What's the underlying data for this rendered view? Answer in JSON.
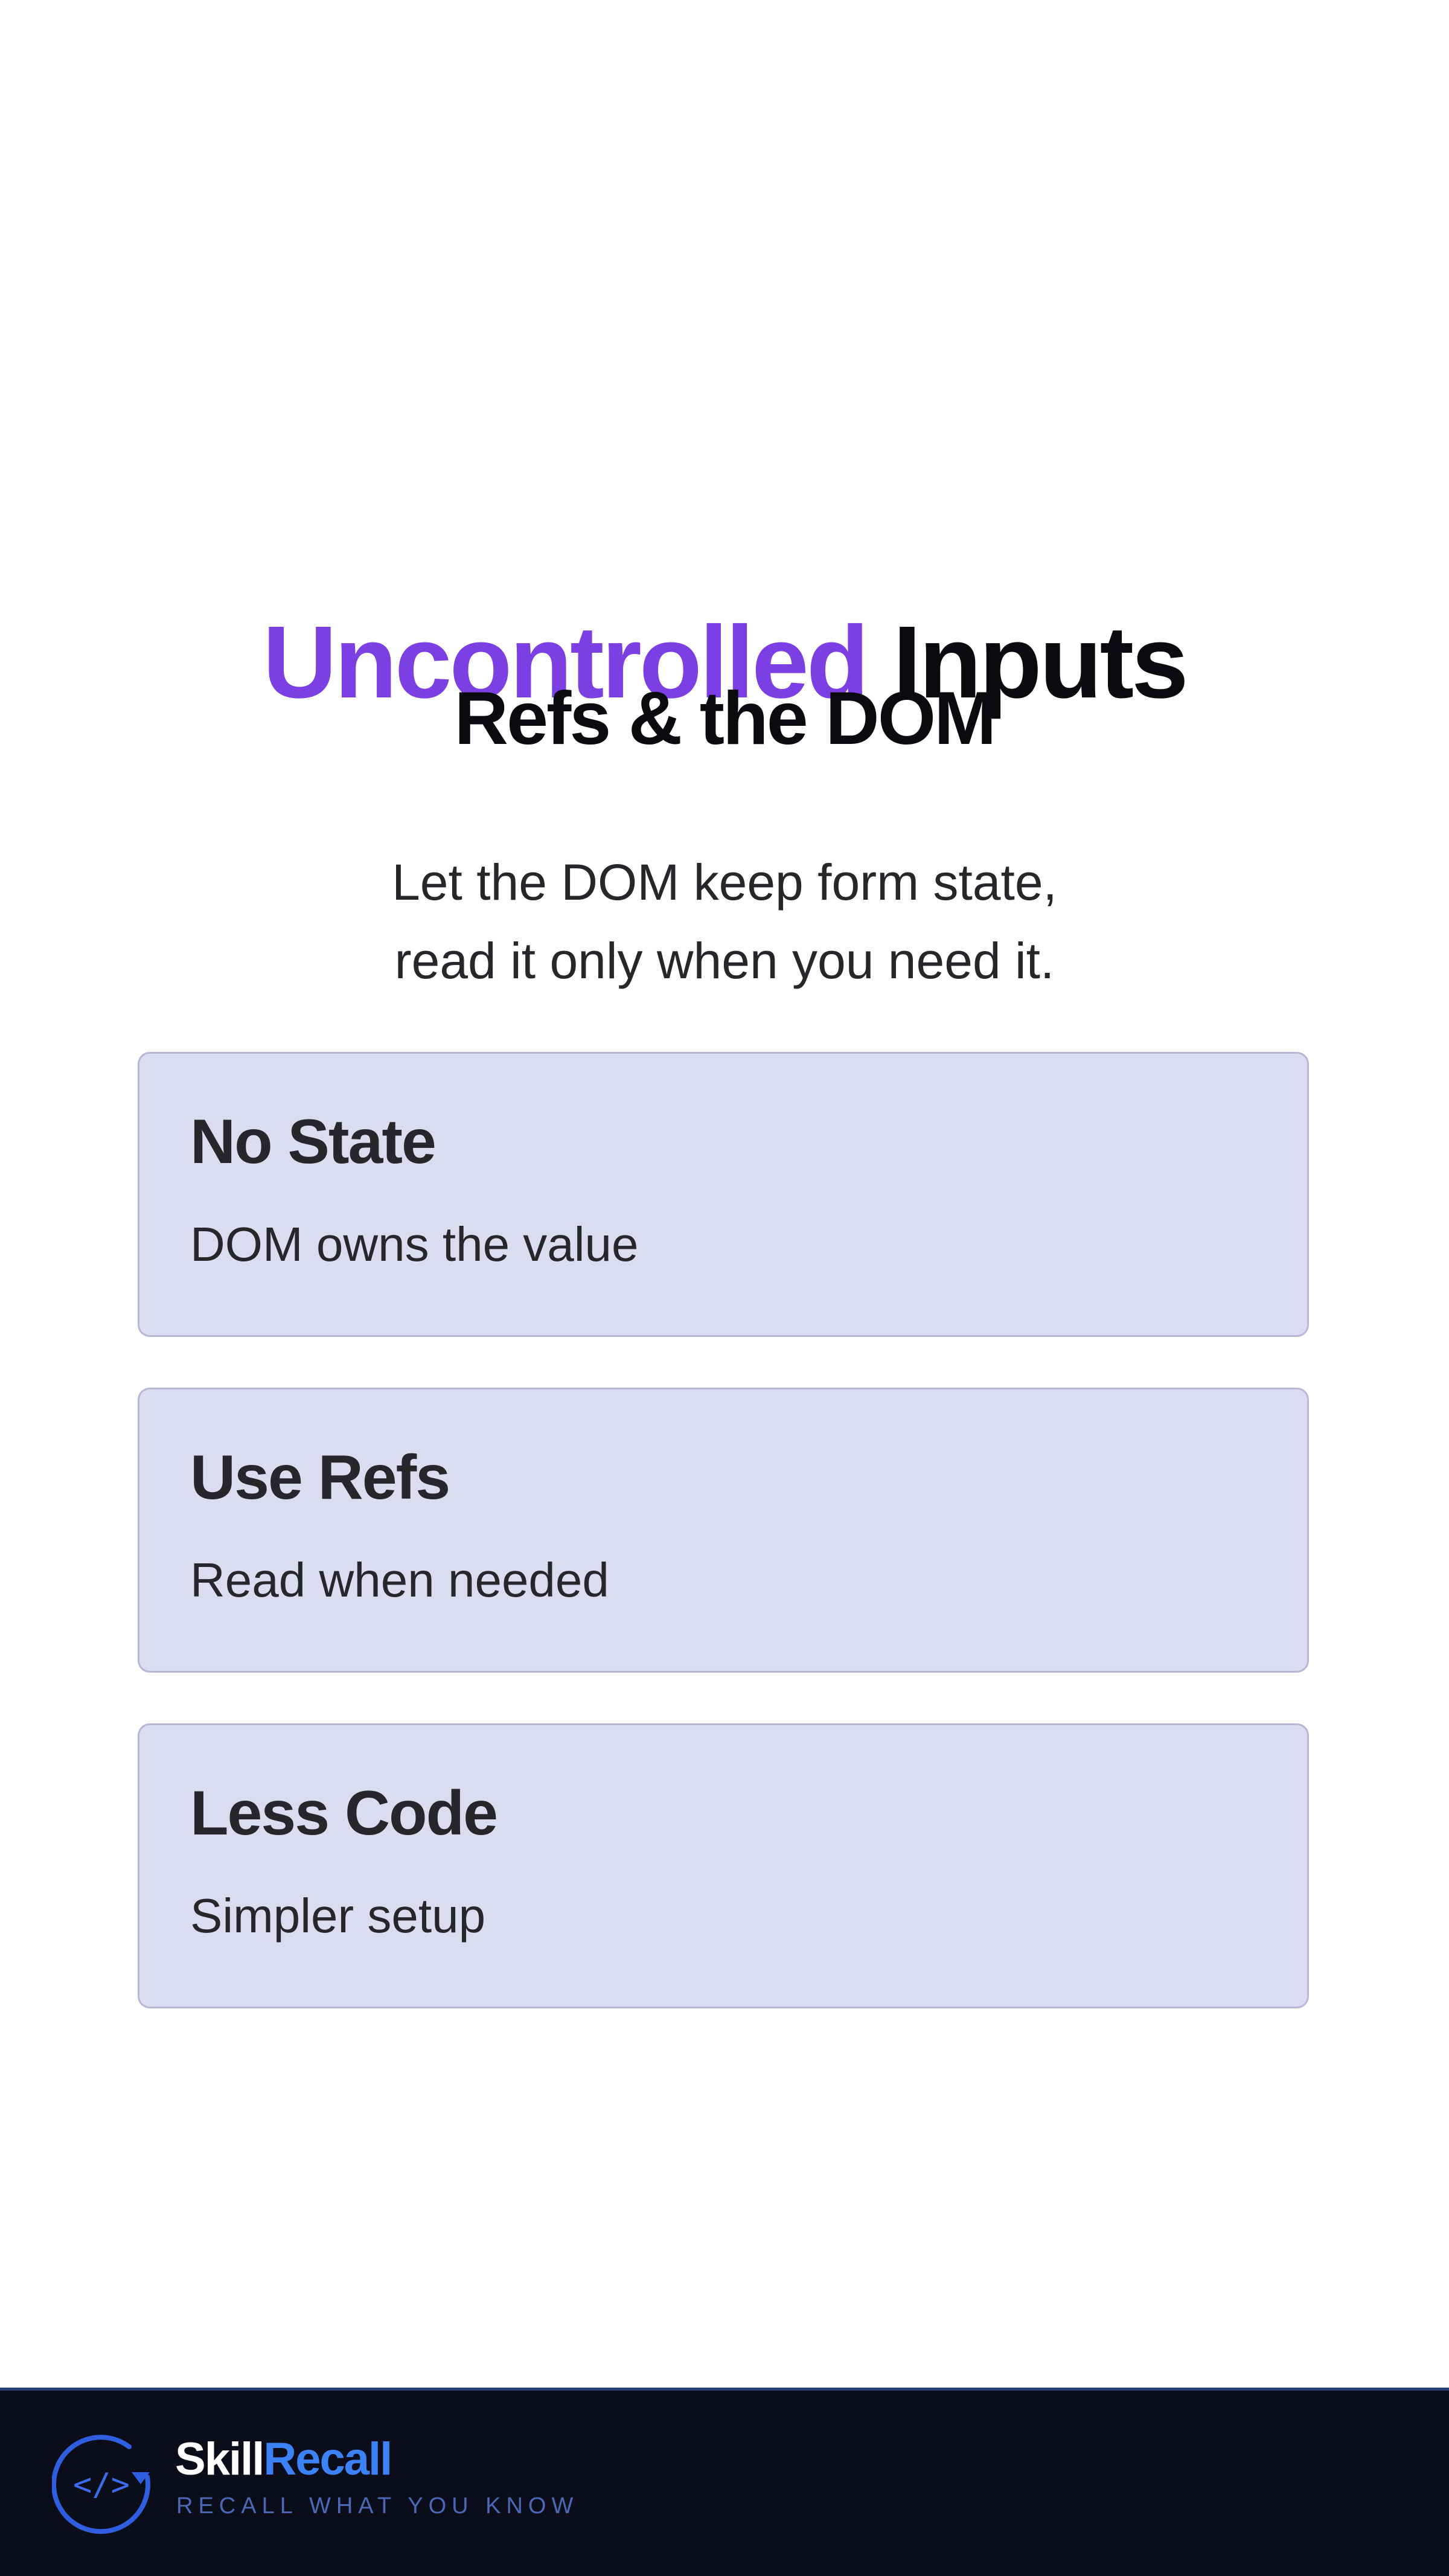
{
  "hero": {
    "title_accent": "Uncontrolled",
    "title_rest": "Inputs",
    "subtitle": "Refs & the DOM",
    "tagline_line1": "Let the DOM keep form state,",
    "tagline_line2": "read it only when you need it."
  },
  "cards": [
    {
      "title": "No State",
      "description": "DOM owns the value"
    },
    {
      "title": "Use Refs",
      "description": "Read when needed"
    },
    {
      "title": "Less Code",
      "description": "Simpler setup"
    }
  ],
  "footer": {
    "brand_part1": "Skill",
    "brand_part2": "Recall",
    "tagline": "RECALL WHAT YOU KNOW",
    "logo_icon": "code-recall-icon"
  },
  "colors": {
    "accent": "#7b3fe4",
    "card_background": "#dcdcf0",
    "card_border": "#b8b8d6",
    "footer_background": "#0b0d1b",
    "brand_blue": "#3b82f6"
  }
}
